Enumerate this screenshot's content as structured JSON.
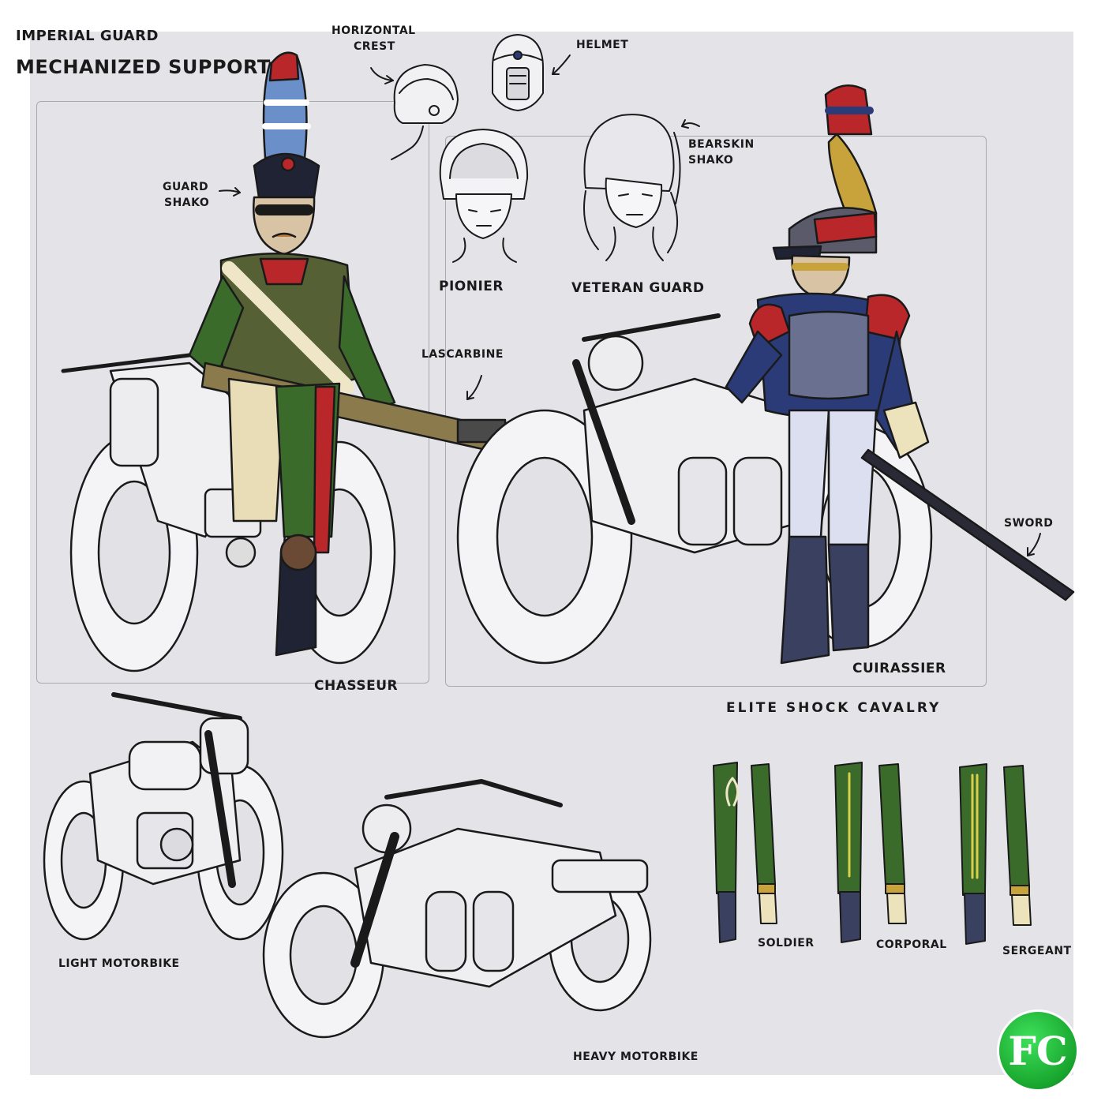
{
  "header": {
    "title_line1": "Imperial Guard",
    "title_line2": "Mechanized Support"
  },
  "callouts": {
    "horizontal_crest": "Horizontal",
    "horizontal_crest_2": "Crest",
    "helmet": "Helmet",
    "bearskin_shako": "Bearskin",
    "bearskin_shako_2": "Shako",
    "guard_shako": "Guard",
    "guard_shako_2": "Shako",
    "lascarbine": "Lascarbine",
    "sword": "Sword"
  },
  "heads": {
    "pionier": "Pionier",
    "veteran_guard": "Veteran Guard"
  },
  "figures": {
    "chasseur": "Chasseur",
    "cuirassier": "Cuirassier",
    "elite_group": "Elite Shock Cavalry"
  },
  "vehicles": {
    "light": "Light Motorbike",
    "heavy": "Heavy Motorbike"
  },
  "ranks": {
    "soldier": "Soldier",
    "corporal": "Corporal",
    "sergeant": "Sergeant"
  },
  "logo": {
    "text": "FC"
  },
  "colors": {
    "background": "#e4e4e8",
    "chasseur_green": "#3a6b2a",
    "cuirassier_blue": "#2a3b78",
    "accent_red": "#b9272b",
    "brass": "#c8a23a",
    "logo_green": "#1fb43a"
  }
}
